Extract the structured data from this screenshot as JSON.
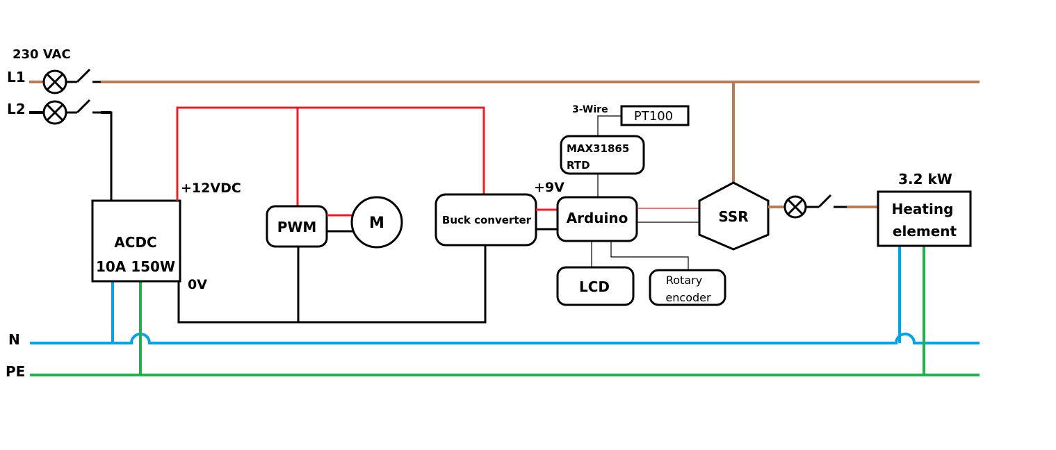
{
  "supply": {
    "voltage_label": "230 VAC",
    "lines": [
      {
        "id": "L1",
        "label": "L1"
      },
      {
        "id": "L2",
        "label": "L2"
      },
      {
        "id": "N",
        "label": "N"
      },
      {
        "id": "PE",
        "label": "PE"
      }
    ]
  },
  "wire_colors": {
    "phase": "#b97a57",
    "neutral": "#00a2e8",
    "earth": "#22b14c",
    "dc_positive": "#ed1c24",
    "dc_negative": "#000000"
  },
  "components": {
    "acdc": {
      "line1": "ACDC",
      "line2": "10A 150W",
      "pos_label": "+12VDC",
      "neg_label": "0V"
    },
    "pwm": {
      "label": "PWM"
    },
    "motor": {
      "label": "M"
    },
    "buck": {
      "label": "Buck converter",
      "out_label": "+9V"
    },
    "arduino": {
      "label": "Arduino"
    },
    "max": {
      "line1": "MAX31865",
      "line2": "RTD"
    },
    "pt100": {
      "label": "PT100",
      "wire_label": "3-Wire"
    },
    "lcd": {
      "label": "LCD"
    },
    "encoder": {
      "line1": "Rotary",
      "line2": "encoder"
    },
    "ssr": {
      "label": "SSR"
    },
    "heater": {
      "power_label": "3.2 kW",
      "line1": "Heating",
      "line2": "element"
    }
  }
}
